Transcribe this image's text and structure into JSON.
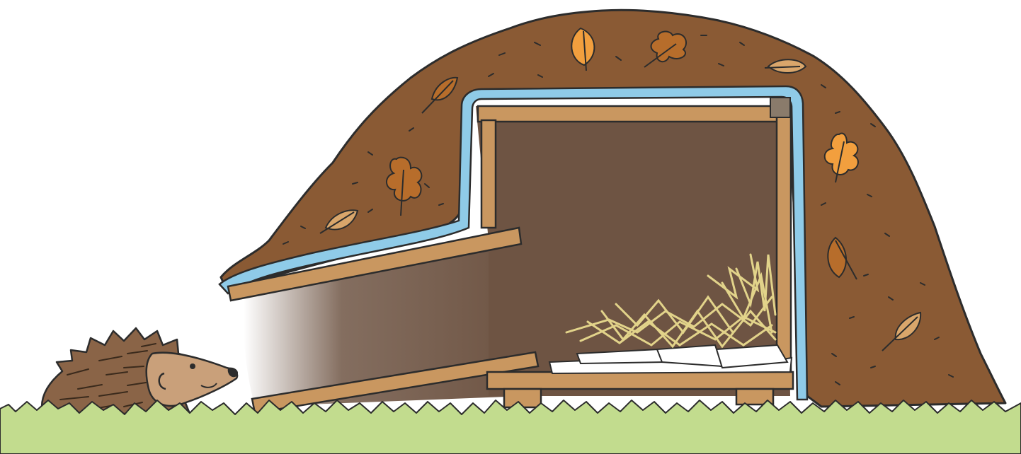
{
  "scene": {
    "subjects": [
      "hedgehog",
      "hedgehog-house",
      "soil-mound",
      "leaf",
      "straw-bedding",
      "newspaper-lining",
      "grass"
    ],
    "colors": {
      "background": "#ffffff",
      "soil": "#8a5a34",
      "soil_dark": "#5e3b20",
      "liner": "#8fcbe8",
      "wood": "#c99760",
      "wood_dark": "#6b4522",
      "interior": "#6e5443",
      "straw": "#e2d38a",
      "paper": "#ffffff",
      "grass": "#c2dc8e",
      "grass_edge": "#2c2c2c",
      "leaf_orange": "#f29f3e",
      "leaf_brown": "#b76d2b",
      "leaf_tan": "#d9a66b",
      "hedgehog_spines": "#8a6447",
      "hedgehog_face": "#c9a07a"
    }
  }
}
